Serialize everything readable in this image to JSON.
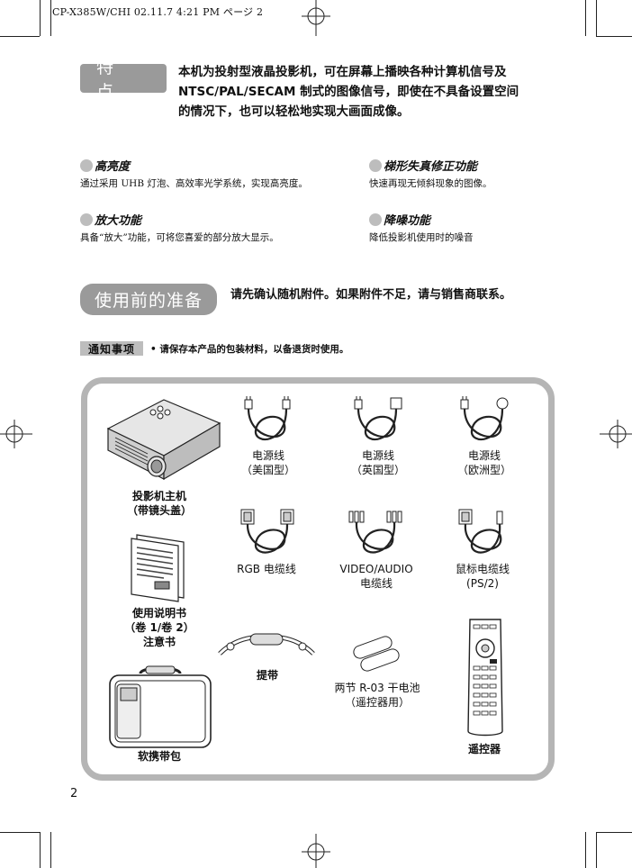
{
  "print_header": "CP-X385W/CHI   02.11.7  4:21 PM   ページ 2",
  "features": {
    "label": "特 点",
    "intro_lines": [
      "本机为投射型液晶投影机，可在屏幕上播映各种计算机信号及",
      "NTSC/PAL/SECAM 制式的图像信号，即使在不具备设置空间",
      "的情况下，也可以轻松地实现大画面成像。"
    ],
    "items": [
      {
        "title": "高亮度",
        "desc": "通过采用 UHB 灯泡、高效率光学系统，实现高亮度。"
      },
      {
        "title": "梯形失真修正功能",
        "desc": "快速再现无倾斜现象的图像。"
      },
      {
        "title": "放大功能",
        "desc": "具备“放大”功能，可将您喜爱的部分放大显示。"
      },
      {
        "title": "降噪功能",
        "desc": "降低投影机使用时的噪音"
      }
    ]
  },
  "preparation": {
    "label": "使用前的准备",
    "text": "请先确认随机附件。如果附件不足，请与销售商联系。",
    "notice_label": "通知事项",
    "notice_text": "• 请保存本产品的包装材料，以备退货时使用。"
  },
  "accessories": {
    "projector": {
      "line1": "投影机主机",
      "line2": "（带镜头盖）"
    },
    "power_us": {
      "line1": "电源线",
      "line2": "（美国型）"
    },
    "power_uk": {
      "line1": "电源线",
      "line2": "（英国型）"
    },
    "power_eu": {
      "line1": "电源线",
      "line2": "（欧洲型）"
    },
    "rgb": {
      "line1": "RGB 电缆线"
    },
    "video_audio": {
      "line1": "VIDEO/AUDIO",
      "line2": "电缆线"
    },
    "mouse": {
      "line1": "鼠标电缆线",
      "line2": "(PS/2)"
    },
    "manual": {
      "line1": "使用说明书",
      "line2": "（卷 1/卷 2）",
      "line3": "注意书"
    },
    "strap": {
      "line1": "提带"
    },
    "batteries": {
      "line1": "两节 R-03 干电池",
      "line2": "（遥控器用）"
    },
    "case": {
      "line1": "软携带包"
    },
    "remote": {
      "line1": "遥控器"
    }
  },
  "page_number": "2"
}
